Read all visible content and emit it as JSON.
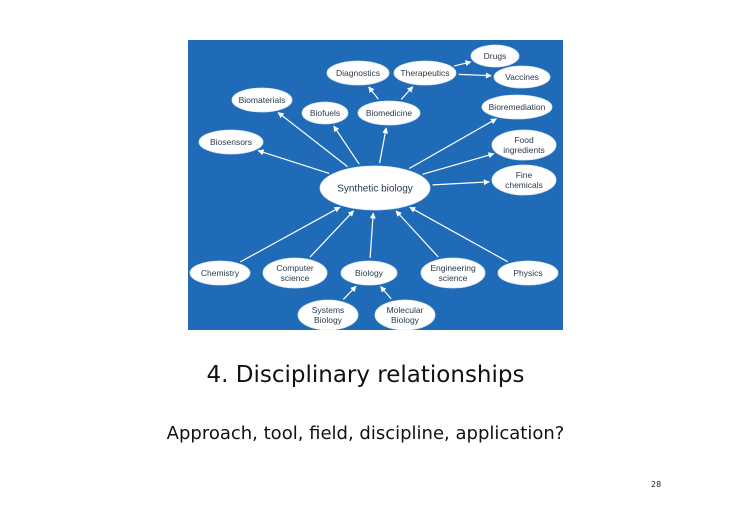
{
  "colors": {
    "diagram_background": "#1f6bb8",
    "node_fill": "#ffffff",
    "node_text": "#2a3a4a",
    "arrow": "#ffffff"
  },
  "diagram": {
    "center": {
      "id": "synbio",
      "label": [
        "Synthetic biology"
      ]
    },
    "nodes": [
      {
        "id": "diagnostics",
        "label": [
          "Diagnostics"
        ]
      },
      {
        "id": "therapeutics",
        "label": [
          "Therapeutics"
        ]
      },
      {
        "id": "drugs",
        "label": [
          "Drugs"
        ]
      },
      {
        "id": "vaccines",
        "label": [
          "Vaccines"
        ]
      },
      {
        "id": "biomaterials",
        "label": [
          "Biomaterials"
        ]
      },
      {
        "id": "biofuels",
        "label": [
          "Biofuels"
        ]
      },
      {
        "id": "biomedicine",
        "label": [
          "Biomedicine"
        ]
      },
      {
        "id": "bioremediation",
        "label": [
          "Bioremediation"
        ]
      },
      {
        "id": "biosensors",
        "label": [
          "Biosensors"
        ]
      },
      {
        "id": "food",
        "label": [
          "Food",
          "ingredients"
        ]
      },
      {
        "id": "fine",
        "label": [
          "Fine",
          "chemicals"
        ]
      },
      {
        "id": "chemistry",
        "label": [
          "Chemistry"
        ]
      },
      {
        "id": "computer",
        "label": [
          "Computer",
          "science"
        ]
      },
      {
        "id": "biology",
        "label": [
          "Biology"
        ]
      },
      {
        "id": "engineering",
        "label": [
          "Engineering",
          "science"
        ]
      },
      {
        "id": "physics",
        "label": [
          "Physics"
        ]
      },
      {
        "id": "systems",
        "label": [
          "Systems",
          "Biology"
        ]
      },
      {
        "id": "molecular",
        "label": [
          "Molecular",
          "Biology"
        ]
      }
    ],
    "edges": [
      [
        "synbio",
        "biomaterials"
      ],
      [
        "synbio",
        "biofuels"
      ],
      [
        "synbio",
        "biomedicine"
      ],
      [
        "synbio",
        "biosensors"
      ],
      [
        "synbio",
        "bioremediation"
      ],
      [
        "synbio",
        "food"
      ],
      [
        "synbio",
        "fine"
      ],
      [
        "biomedicine",
        "diagnostics"
      ],
      [
        "biomedicine",
        "therapeutics"
      ],
      [
        "therapeutics",
        "drugs"
      ],
      [
        "therapeutics",
        "vaccines"
      ],
      [
        "chemistry",
        "synbio"
      ],
      [
        "computer",
        "synbio"
      ],
      [
        "biology",
        "synbio"
      ],
      [
        "engineering",
        "synbio"
      ],
      [
        "physics",
        "synbio"
      ],
      [
        "systems",
        "biology"
      ],
      [
        "molecular",
        "biology"
      ]
    ]
  },
  "slide": {
    "title": "4. Disciplinary relationships",
    "subtitle": "Approach, tool, field, discipline, application?",
    "page_number": "28"
  }
}
